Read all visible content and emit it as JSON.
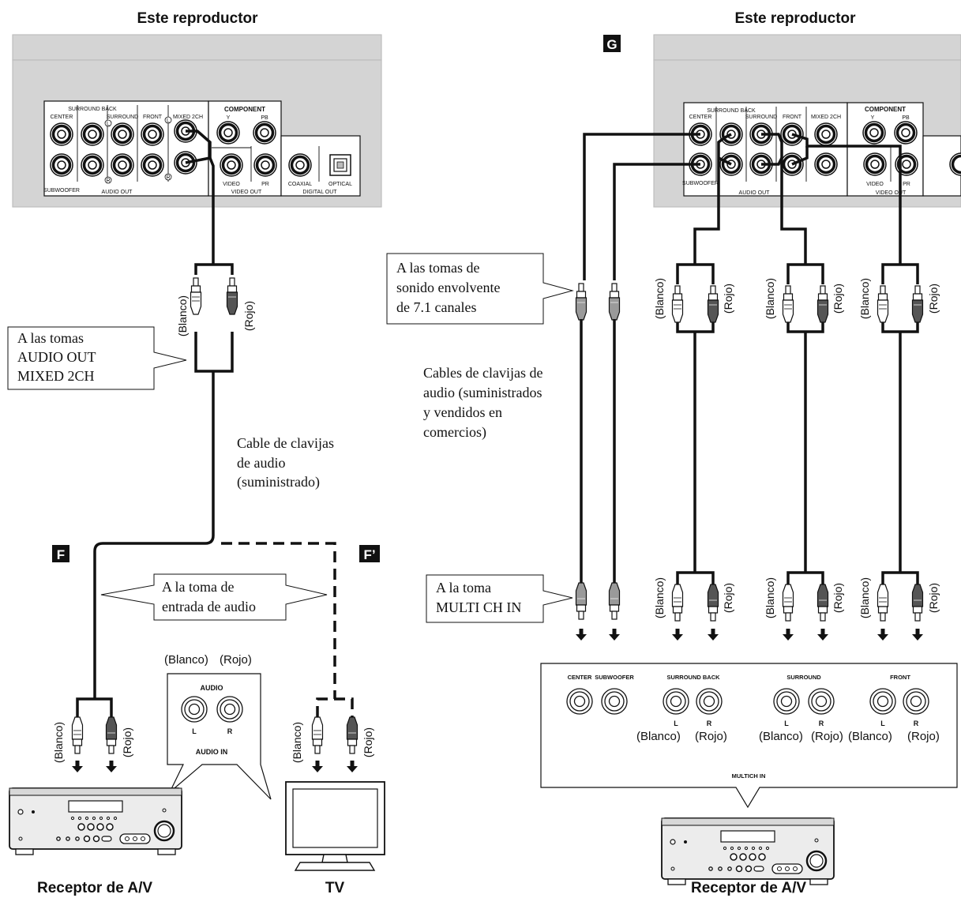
{
  "left": {
    "title": "Este reproductor",
    "panel": {
      "center": "CENTER",
      "surround_back": "SURROUND BACK",
      "surround": "SURROUND",
      "front": "FRONT",
      "mixed": "MIXED 2CH",
      "subwoofer": "SUBWOOFER",
      "audio_out": "AUDIO OUT",
      "component": "COMPONENT",
      "y": "Y",
      "pb": "PB",
      "pr": "PR",
      "video": "VIDEO",
      "video_out": "VIDEO OUT",
      "coaxial": "COAXIAL",
      "optical": "OPTICAL",
      "digital_out": "DIGITAL OUT",
      "l_mark": "L",
      "r_mark": "R"
    },
    "callout_mixed": [
      "A las tomas",
      "AUDIO OUT",
      "MIXED 2CH"
    ],
    "cable_label": [
      "Cable de clavijas",
      "de audio",
      "(suministrado)"
    ],
    "callout_input": [
      "A la toma de",
      "entrada de audio"
    ],
    "letter_f": "F",
    "letter_f2": "F’",
    "white": "(Blanco)",
    "red": "(Rojo)",
    "audio_in_panel": {
      "white": "(Blanco)",
      "red": "(Rojo)",
      "audio": "AUDIO",
      "l": "L",
      "r": "R",
      "audio_in": "AUDIO IN"
    },
    "receiver_label": "Receptor de A/V",
    "tv_label": "TV"
  },
  "right": {
    "title": "Este reproductor",
    "letter_g": "G",
    "callout_71": [
      "A las tomas de",
      "sonido envolvente",
      "de 7.1 canales"
    ],
    "cables_label": [
      "Cables de clavijas de",
      "audio (suministrados",
      "y vendidos en",
      "comercios)"
    ],
    "callout_multi": [
      "A la toma",
      "MULTI CH IN"
    ],
    "white": "(Blanco)",
    "red": "(Rojo)",
    "multich_panel": {
      "center": "CENTER",
      "subwoofer": "SUBWOOFER",
      "surround_back": "SURROUND BACK",
      "surround": "SURROUND",
      "front": "FRONT",
      "l": "L",
      "r": "R",
      "white": "(Blanco)",
      "red": "(Rojo)",
      "multich_in": "MULTICH IN"
    },
    "receiver_label": "Receptor de A/V"
  },
  "colors": {
    "panel_gray": "#d4d4d4",
    "panel_gray_dark": "#bdbdbd",
    "ink": "#111111"
  }
}
